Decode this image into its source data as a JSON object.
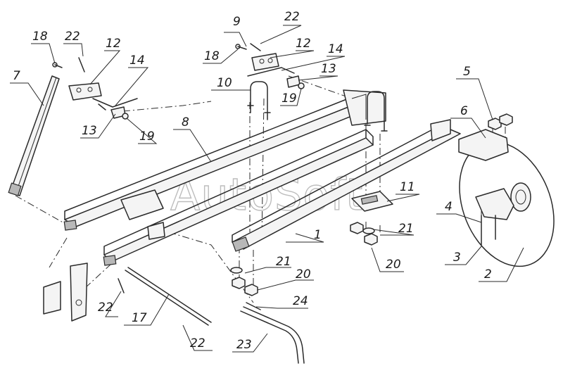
{
  "watermark": "AutoSoft",
  "callouts": [
    {
      "id": "c18a",
      "text": "18"
    },
    {
      "id": "c22a",
      "text": "22"
    },
    {
      "id": "c12a",
      "text": "12"
    },
    {
      "id": "c14a",
      "text": "14"
    },
    {
      "id": "c7",
      "text": "7"
    },
    {
      "id": "c13a",
      "text": "13"
    },
    {
      "id": "c19a",
      "text": "19"
    },
    {
      "id": "c9",
      "text": "9"
    },
    {
      "id": "c22b",
      "text": "22"
    },
    {
      "id": "c12b",
      "text": "12"
    },
    {
      "id": "c18b",
      "text": "18"
    },
    {
      "id": "c14b",
      "text": "14"
    },
    {
      "id": "c13b",
      "text": "13"
    },
    {
      "id": "c10",
      "text": "10"
    },
    {
      "id": "c19b",
      "text": "19"
    },
    {
      "id": "c8",
      "text": "8"
    },
    {
      "id": "c5",
      "text": "5"
    },
    {
      "id": "c6",
      "text": "6"
    },
    {
      "id": "c11",
      "text": "11"
    },
    {
      "id": "c4",
      "text": "4"
    },
    {
      "id": "c21a",
      "text": "21"
    },
    {
      "id": "c1",
      "text": "1"
    },
    {
      "id": "c20a",
      "text": "20"
    },
    {
      "id": "c3",
      "text": "3"
    },
    {
      "id": "c2",
      "text": "2"
    },
    {
      "id": "c21b",
      "text": "21"
    },
    {
      "id": "c20b",
      "text": "20"
    },
    {
      "id": "c22c",
      "text": "22"
    },
    {
      "id": "c24",
      "text": "24"
    },
    {
      "id": "c17",
      "text": "17"
    },
    {
      "id": "c22d",
      "text": "22"
    },
    {
      "id": "c23",
      "text": "23"
    }
  ]
}
